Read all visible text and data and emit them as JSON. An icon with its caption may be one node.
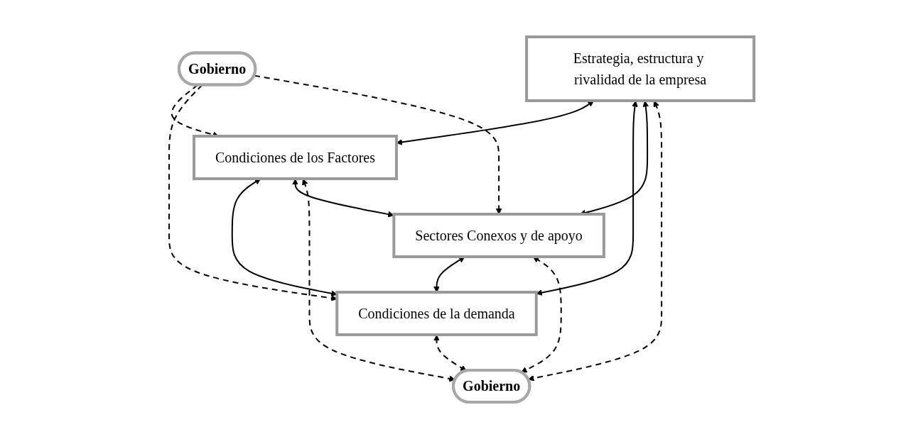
{
  "diagram": {
    "nodes": [
      {
        "text": [
          "Gobierno"
        ]
      },
      {
        "text": [
          "Estrategia, estructura y rivalidad de la empresa"
        ]
      },
      {
        "text": [
          "Condiciones de los Factores"
        ]
      },
      {
        "text": [
          "Condiciones de la demanda"
        ]
      },
      {
        "text": [
          "Sectores Conexos y de apoyo"
        ]
      },
      {
        "text": [
          "Gobierno"
        ]
      }
    ],
    "edges": [
      {
        "from": 0,
        "to": 2,
        "arrow": "to",
        "style": "dashed"
      },
      {
        "from": 0,
        "to": 3,
        "arrow": "to",
        "style": "dashed"
      },
      {
        "from": 0,
        "to": 4,
        "arrow": "to",
        "style": "dashed"
      },
      {
        "from": 1,
        "to": 2,
        "arrow": "both"
      },
      {
        "from": 1,
        "to": 3,
        "arrow": "both"
      },
      {
        "from": 1,
        "to": 4,
        "arrow": "both"
      },
      {
        "from": 2,
        "to": 3,
        "arrow": "both"
      },
      {
        "from": 2,
        "to": 4,
        "arrow": "both"
      },
      {
        "from": 4,
        "to": 3,
        "arrow": "both"
      },
      {
        "from": 1,
        "to": 5,
        "arrow": "both",
        "style": "dashed"
      },
      {
        "from": 2,
        "to": 5,
        "arrow": "both",
        "style": "dashed"
      },
      {
        "from": 3,
        "to": 5,
        "arrow": "both",
        "style": "dashed"
      },
      {
        "from": 4,
        "to": 5,
        "arrow": "both",
        "style": "dashed"
      }
    ]
  }
}
